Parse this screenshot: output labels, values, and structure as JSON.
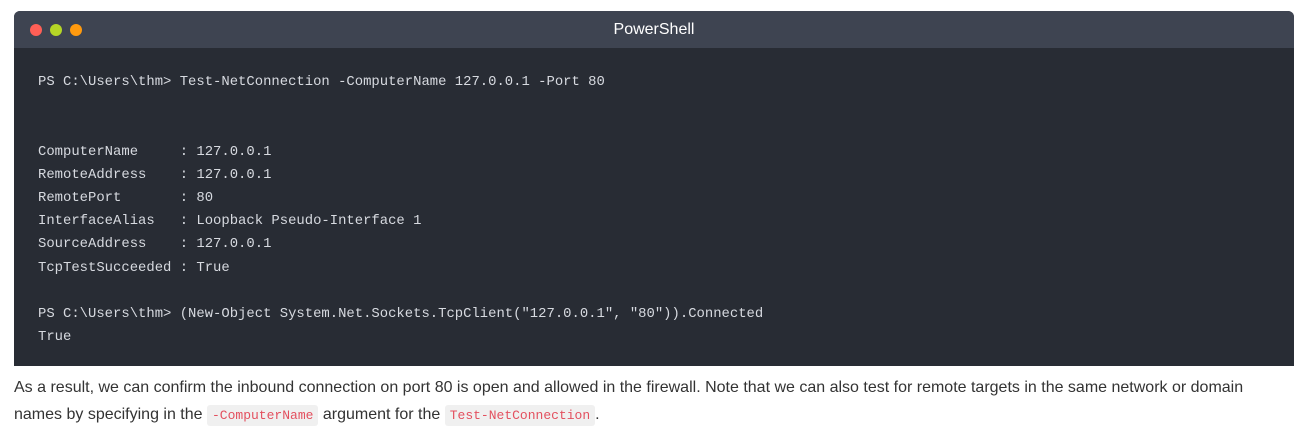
{
  "window": {
    "title": "PowerShell"
  },
  "terminal": {
    "lines": [
      "PS C:\\Users\\thm> Test-NetConnection -ComputerName 127.0.0.1 -Port 80",
      "",
      "",
      "ComputerName     : 127.0.0.1",
      "RemoteAddress    : 127.0.0.1",
      "RemotePort       : 80",
      "InterfaceAlias   : Loopback Pseudo-Interface 1",
      "SourceAddress    : 127.0.0.1",
      "TcpTestSucceeded : True",
      "",
      "PS C:\\Users\\thm> (New-Object System.Net.Sockets.TcpClient(\"127.0.0.1\", \"80\")).Connected",
      "True"
    ]
  },
  "paragraph": {
    "text1": "As a result, we can confirm the inbound connection on port 80 is open and allowed in the firewall. Note that we can also test for remote targets in the same network or domain names by specifying in the ",
    "code1": "-ComputerName",
    "text2": " argument for the ",
    "code2": "Test-NetConnection",
    "text3": "."
  }
}
